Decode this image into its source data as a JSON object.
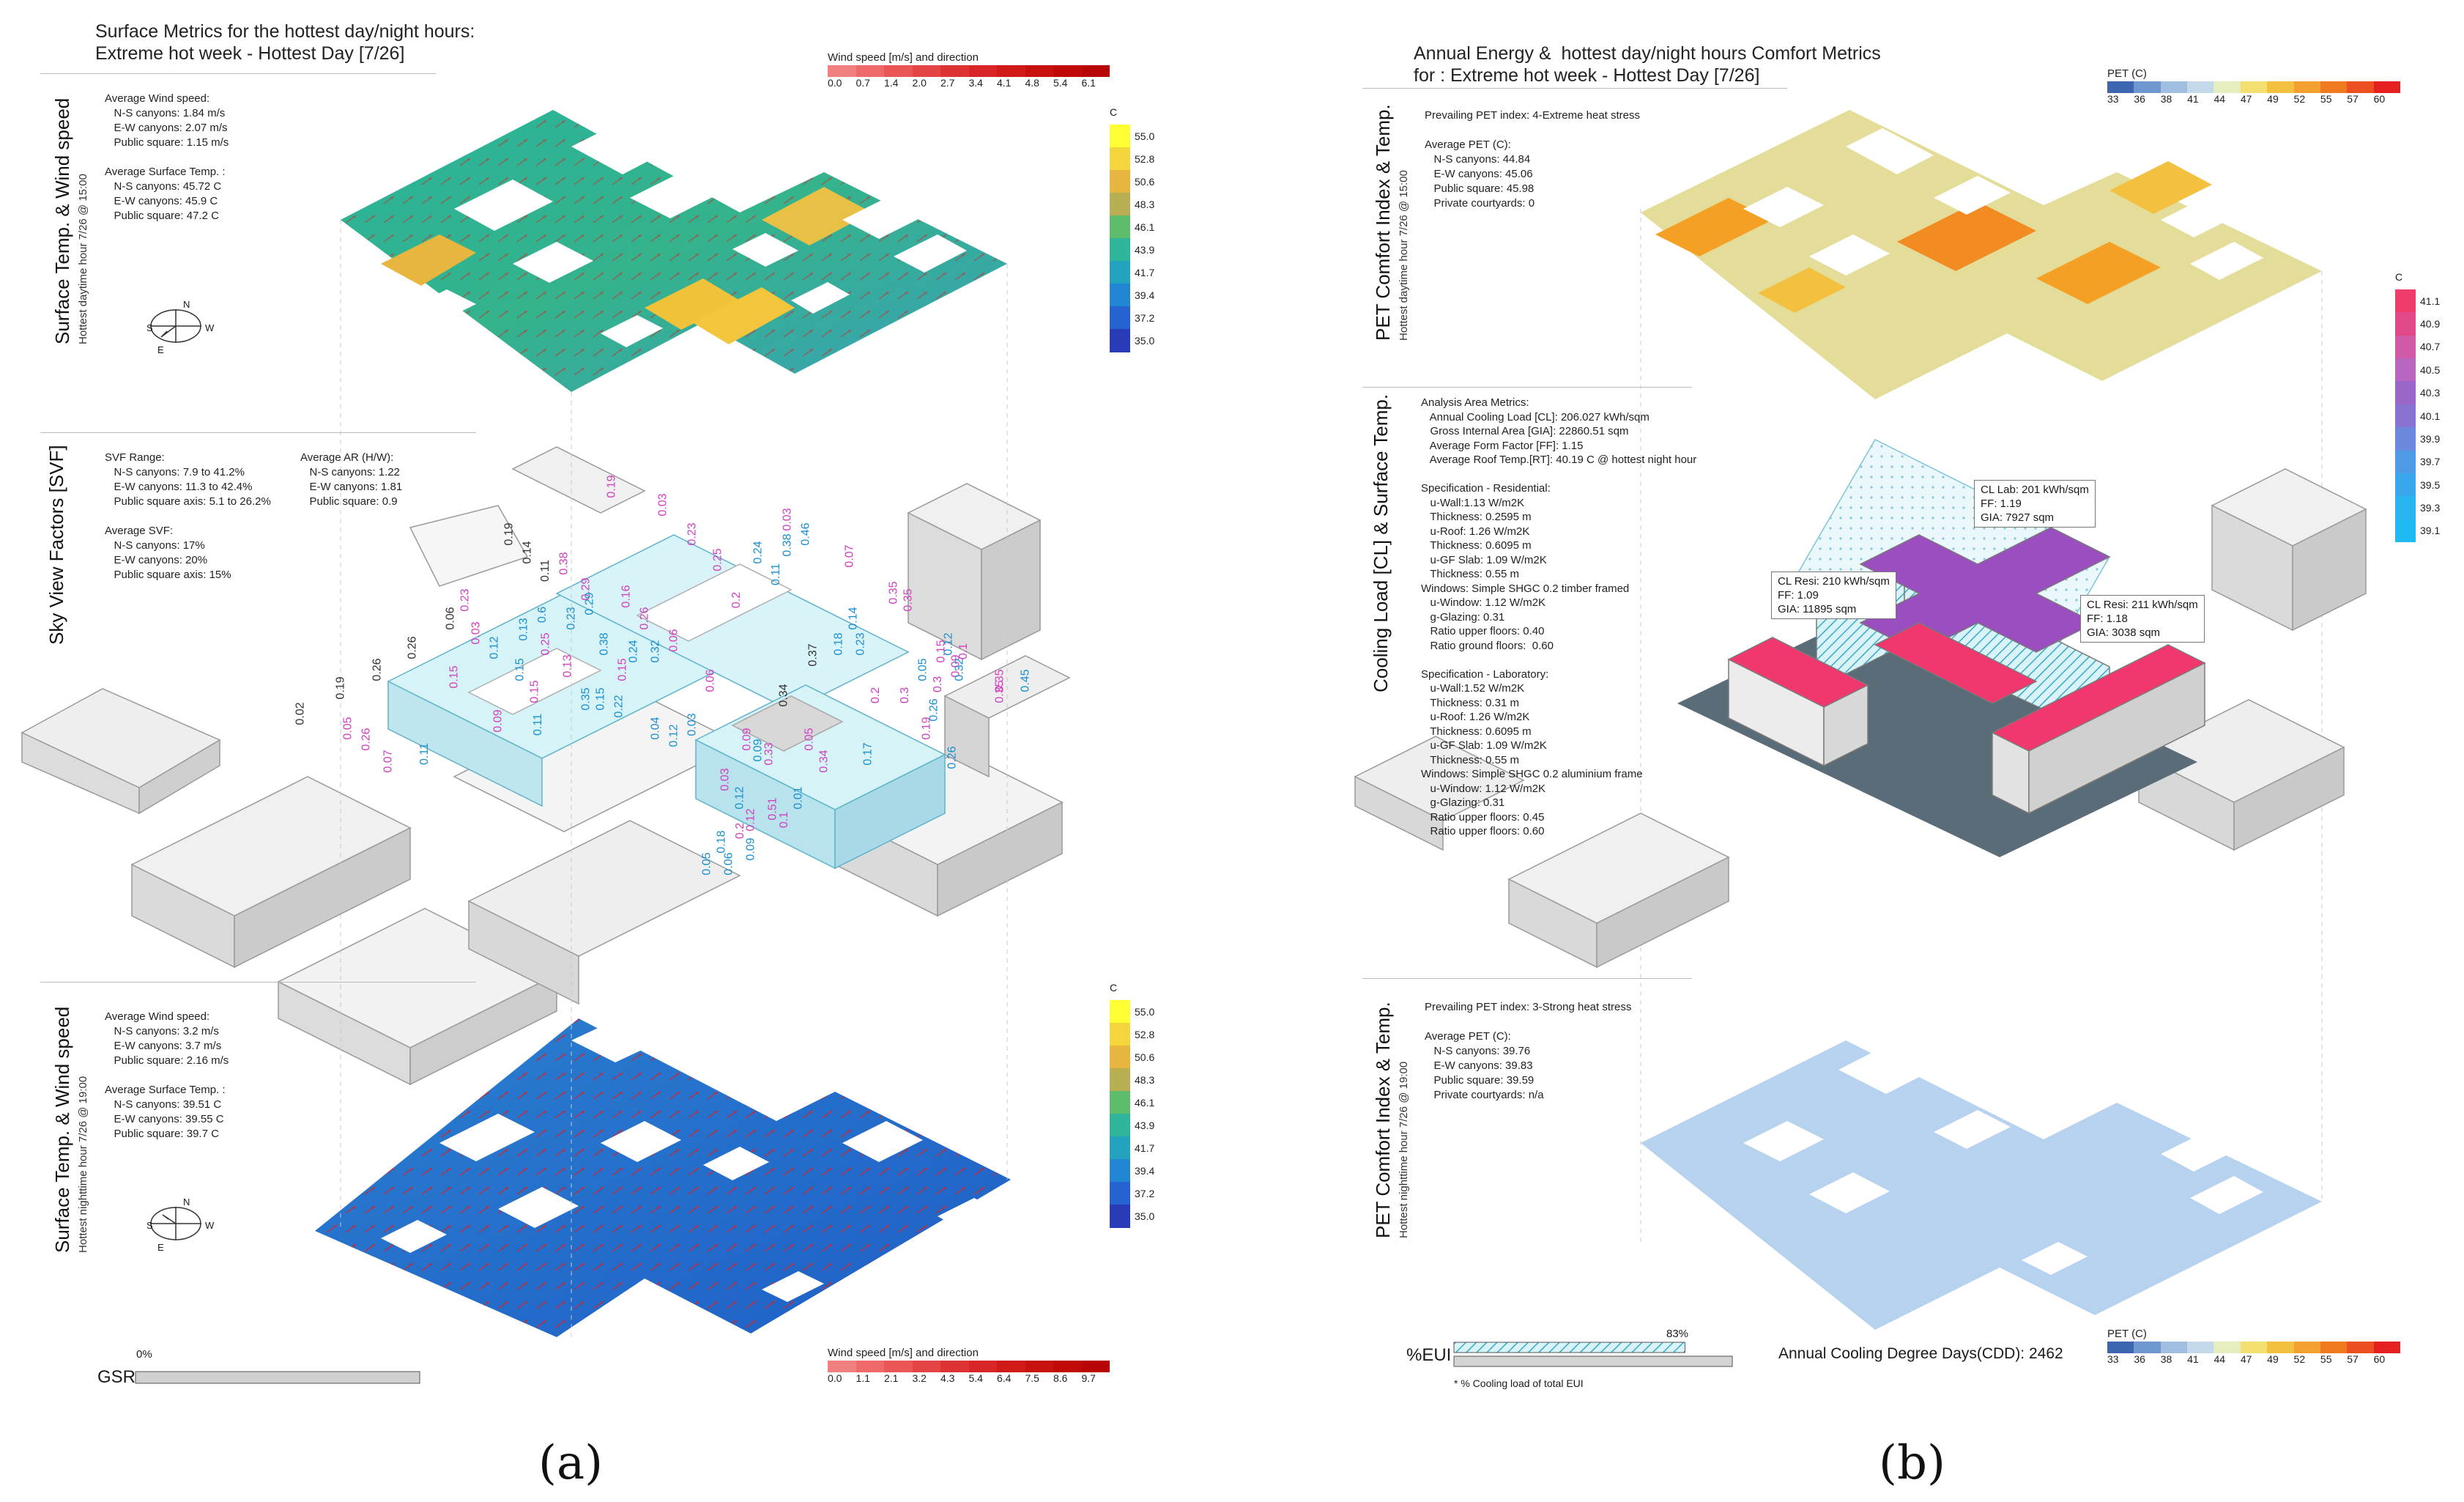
{
  "panel_a": {
    "label": "(a)",
    "title": "Surface Metrics for the hottest day/night hours:\nExtreme hot week - Hottest Day [7/26]",
    "wind_legend_top": {
      "title": "Wind speed [m/s] and direction",
      "ticks": [
        "0.0",
        "0.7",
        "1.4",
        "2.0",
        "2.7",
        "3.4",
        "4.1",
        "4.8",
        "5.4",
        "6.1"
      ]
    },
    "wind_legend_bottom": {
      "title": "Wind speed [m/s] and direction",
      "ticks": [
        "0.0",
        "1.1",
        "2.1",
        "3.2",
        "4.3",
        "5.4",
        "6.4",
        "7.5",
        "8.6",
        "9.7"
      ]
    },
    "temp_legend_top": {
      "unit": "C",
      "values": [
        "55.0",
        "52.8",
        "50.6",
        "48.3",
        "46.1",
        "43.9",
        "41.7",
        "39.4",
        "37.2",
        "35.0"
      ]
    },
    "temp_legend_bottom": {
      "unit": "C",
      "values": [
        "55.0",
        "52.8",
        "50.6",
        "48.3",
        "46.1",
        "43.9",
        "41.7",
        "39.4",
        "37.2",
        "35.0"
      ]
    },
    "section_top": {
      "side_title": "Surface Temp. & Wind speed",
      "side_sub": "Hottest daytime hour 7/26 @ 15:00",
      "notes": "Average Wind speed:\n   N-S canyons: 1.84 m/s\n   E-W canyons: 2.07 m/s\n   Public square: 1.15 m/s\n\nAverage Surface Temp. :\n   N-S canyons: 45.72 C\n   E-W canyons: 45.9 C\n   Public square: 47.2 C"
    },
    "section_mid": {
      "side_title": "Sky View Factors [SVF]",
      "notes_left": "SVF Range:\n   N-S canyons: 7.9 to 41.2%\n   E-W canyons: 11.3 to 42.4%\n   Public square axis: 5.1 to 26.2%\n\nAverage SVF:\n   N-S canyons: 17%\n   E-W canyons: 20%\n   Public square axis: 15%",
      "notes_right": "Average AR (H/W):\n   N-S canyons: 1.22\n   E-W canyons: 1.81\n   Public square: 0.9"
    },
    "section_bottom": {
      "side_title": "Surface Temp. & Wind speed",
      "side_sub": "Hottest nighttime hour 7/26 @ 19:00",
      "notes": "Average Wind speed:\n   N-S canyons: 3.2 m/s\n   E-W canyons: 3.7 m/s\n   Public square: 2.16 m/s\n\nAverage Surface Temp. :\n   N-S canyons: 39.51 C\n   E-W canyons: 39.55 C\n   Public square: 39.7 C"
    },
    "compass_letters": [
      "N",
      "E",
      "S",
      "W"
    ],
    "gsr": {
      "label": "GSR",
      "value_label": "0%",
      "fraction": 0.0
    },
    "svf_pink": [
      "0.19",
      "0.03",
      "0.23",
      "0.25",
      "0.38",
      "0.03",
      "0.07",
      "0.35",
      "0.29",
      "0.16",
      "0.23",
      "0.15",
      "0.26",
      "0.06",
      "0.2",
      "0.35",
      "0.15",
      "0.2",
      "0.15",
      "0.05",
      "0.26",
      "0.07",
      "0.25",
      "0.09",
      "0.35",
      "0.03",
      "0.13",
      "0.06",
      "0.09",
      "0.05",
      "0.3",
      "0.19",
      "0.1",
      "0.12",
      "0.33",
      "0.3",
      "0.09",
      "0.34",
      "0.15",
      "0.35",
      "0.03",
      "0.51",
      "0.2",
      "0.1"
    ],
    "svf_blue": [
      "0.24",
      "0.38",
      "0.46",
      "0.11",
      "0.12",
      "0.13",
      "0.6",
      "0.15",
      "0.38",
      "0.32",
      "0.24",
      "0.23",
      "0.11",
      "0.29",
      "0.35",
      "0.15",
      "0.22",
      "0.11",
      "0.04",
      "0.12",
      "0.03",
      "0.12",
      "0.18",
      "0.23",
      "0.09",
      "0.17",
      "0.01",
      "0.05",
      "0.26",
      "0.32",
      "0.45",
      "0.26",
      "0.05",
      "0.18",
      "0.06",
      "0.09",
      "0.14",
      "0.12"
    ],
    "svf_grey": [
      "0.19",
      "0.14",
      "0.11",
      "0.26",
      "0.26",
      "0.19",
      "0.02",
      "0.06",
      "0.34",
      "0.37"
    ]
  },
  "panel_b": {
    "label": "(b)",
    "title": "Annual Energy &  hottest day/night hours Comfort Metrics\nfor : Extreme hot week - Hottest Day [7/26]",
    "pet_legend_top": {
      "title": "PET (C)",
      "ticks": [
        "33",
        "36",
        "38",
        "41",
        "44",
        "47",
        "49",
        "52",
        "55",
        "57",
        "60"
      ]
    },
    "pet_legend_bottom": {
      "title": "PET (C)",
      "ticks": [
        "33",
        "36",
        "38",
        "41",
        "44",
        "47",
        "49",
        "52",
        "55",
        "57",
        "60"
      ]
    },
    "surface_legend": {
      "unit": "C",
      "values": [
        "41.1",
        "40.9",
        "40.7",
        "40.5",
        "40.3",
        "40.1",
        "39.9",
        "39.7",
        "39.5",
        "39.3",
        "39.1"
      ]
    },
    "section_top": {
      "side_title": "PET Comfort Index & Temp.",
      "side_sub": "Hottest daytime hour 7/26 @ 15:00",
      "notes": "Prevailing PET index: 4-Extreme heat stress\n\nAverage PET (C):\n   N-S canyons: 44.84\n   E-W canyons: 45.06\n   Public square: 45.98\n   Private courtyards: 0"
    },
    "section_mid": {
      "side_title": "Cooling Load [CL] & Surface Temp.",
      "notes": "Analysis Area Metrics:\n   Annual Cooling Load [CL]: 206.027 kWh/sqm\n   Gross Internal Area [GIA]: 22860.51 sqm\n   Average Form Factor [FF]: 1.15\n   Average Roof Temp.[RT]: 40.19 C @ hottest night hour\n\nSpecification - Residential:\n   u-Wall:1.13 W/m2K\n   Thickness: 0.2595 m\n   u-Roof: 1.26 W/m2K\n   Thickness: 0.6095 m\n   u-GF Slab: 1.09 W/m2K\n   Thickness: 0.55 m\nWindows: Simple SHGC 0.2 timber framed\n   u-Window: 1.12 W/m2K\n   g-Glazing: 0.31\n   Ratio upper floors: 0.40\n   Ratio ground floors:  0.60\n\nSpecification - Laboratory:\n   u-Wall:1.52 W/m2K\n   Thickness: 0.31 m\n   u-Roof: 1.26 W/m2K\n   Thickness: 0.6095 m\n   u-GF Slab: 1.09 W/m2K\n   Thickness: 0.55 m\nWindows: Simple SHGC 0.2 aluminium frame\n   u-Window: 1.12 W/m2K\n   g-Glazing: 0.31\n   Ratio upper floors: 0.45\n   Ratio upper floors: 0.60",
      "callout_lab": "CL Lab: 201 kWh/sqm\nFF: 1.19\nGIA: 7927 sqm",
      "callout_resi1": "CL Resi: 210 kWh/sqm\nFF: 1.09\nGIA: 11895 sqm",
      "callout_resi2": "CL Resi: 211 kWh/sqm\nFF: 1.18\nGIA: 3038 sqm"
    },
    "section_bottom": {
      "side_title": "PET Comfort Index & Temp.",
      "side_sub": "Hottest nighttime hour 7/26 @ 19:00",
      "notes": "Prevailing PET index: 3-Strong heat stress\n\nAverage PET (C):\n   N-S canyons: 39.76\n   E-W canyons: 39.83\n   Public square: 39.59\n   Private courtyards: n/a"
    },
    "eui": {
      "label": "%EUI",
      "value_label": "83%",
      "fraction": 0.83,
      "footnote": "*  % Cooling load of total EUI"
    },
    "cdd": "Annual Cooling Degree Days(CDD): 2462"
  },
  "colors": {
    "wind_ramp": [
      "#f08080",
      "#ee6a6a",
      "#ea5555",
      "#e44444",
      "#de3333",
      "#d82525",
      "#d01a1a",
      "#c81212",
      "#c00a0a",
      "#b80505"
    ],
    "temp_ramp": [
      "#ffff33",
      "#f3d63a",
      "#e8b53f",
      "#b9ae52",
      "#5dbd6a",
      "#2eb59a",
      "#23a3c0",
      "#2186d4",
      "#2563d0",
      "#2a3bb8"
    ],
    "pet_ramp": [
      "#3d66b0",
      "#6f98d0",
      "#9fbee0",
      "#c4daea",
      "#e6eec0",
      "#f4e070",
      "#f4c040",
      "#f4a030",
      "#f07a20",
      "#ec5020",
      "#e62020"
    ],
    "surface_ramp": [
      "#ef3c6a",
      "#e14a88",
      "#d05aa8",
      "#b866c0",
      "#9a66c8",
      "#8a72d0",
      "#6a88dc",
      "#4f9ae6",
      "#3aa6ec",
      "#2ab4f0",
      "#1fbaf4"
    ],
    "roof_magenta": "#f0386e",
    "roof_purple": "#9b4ec0",
    "night_pet_blue": "#b7d2ee",
    "day_pet_yellow": "#ead98a",
    "day_pet_orange": "#f4a024",
    "dark_ground": "#5a6c78"
  }
}
